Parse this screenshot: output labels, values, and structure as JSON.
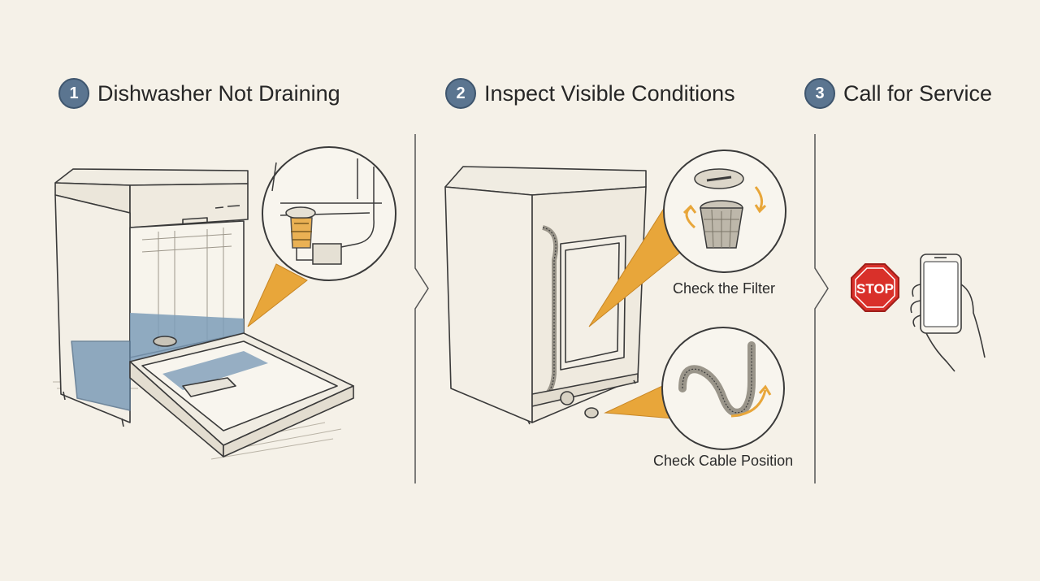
{
  "steps": [
    {
      "number": "1",
      "title": "Dishwasher Not Draining"
    },
    {
      "number": "2",
      "title": "Inspect Visible Conditions"
    },
    {
      "number": "3",
      "title": "Call for Service"
    }
  ],
  "captions": {
    "filter": "Check the Filter",
    "cable": "Check Cable Position"
  },
  "stop_sign": "STOP",
  "colors": {
    "background": "#f5f1e8",
    "badge": "#5b7590",
    "water": "#7d9cb8",
    "callout": "#e8a63a",
    "stop": "#d9302a",
    "line": "#3a3a3a"
  }
}
